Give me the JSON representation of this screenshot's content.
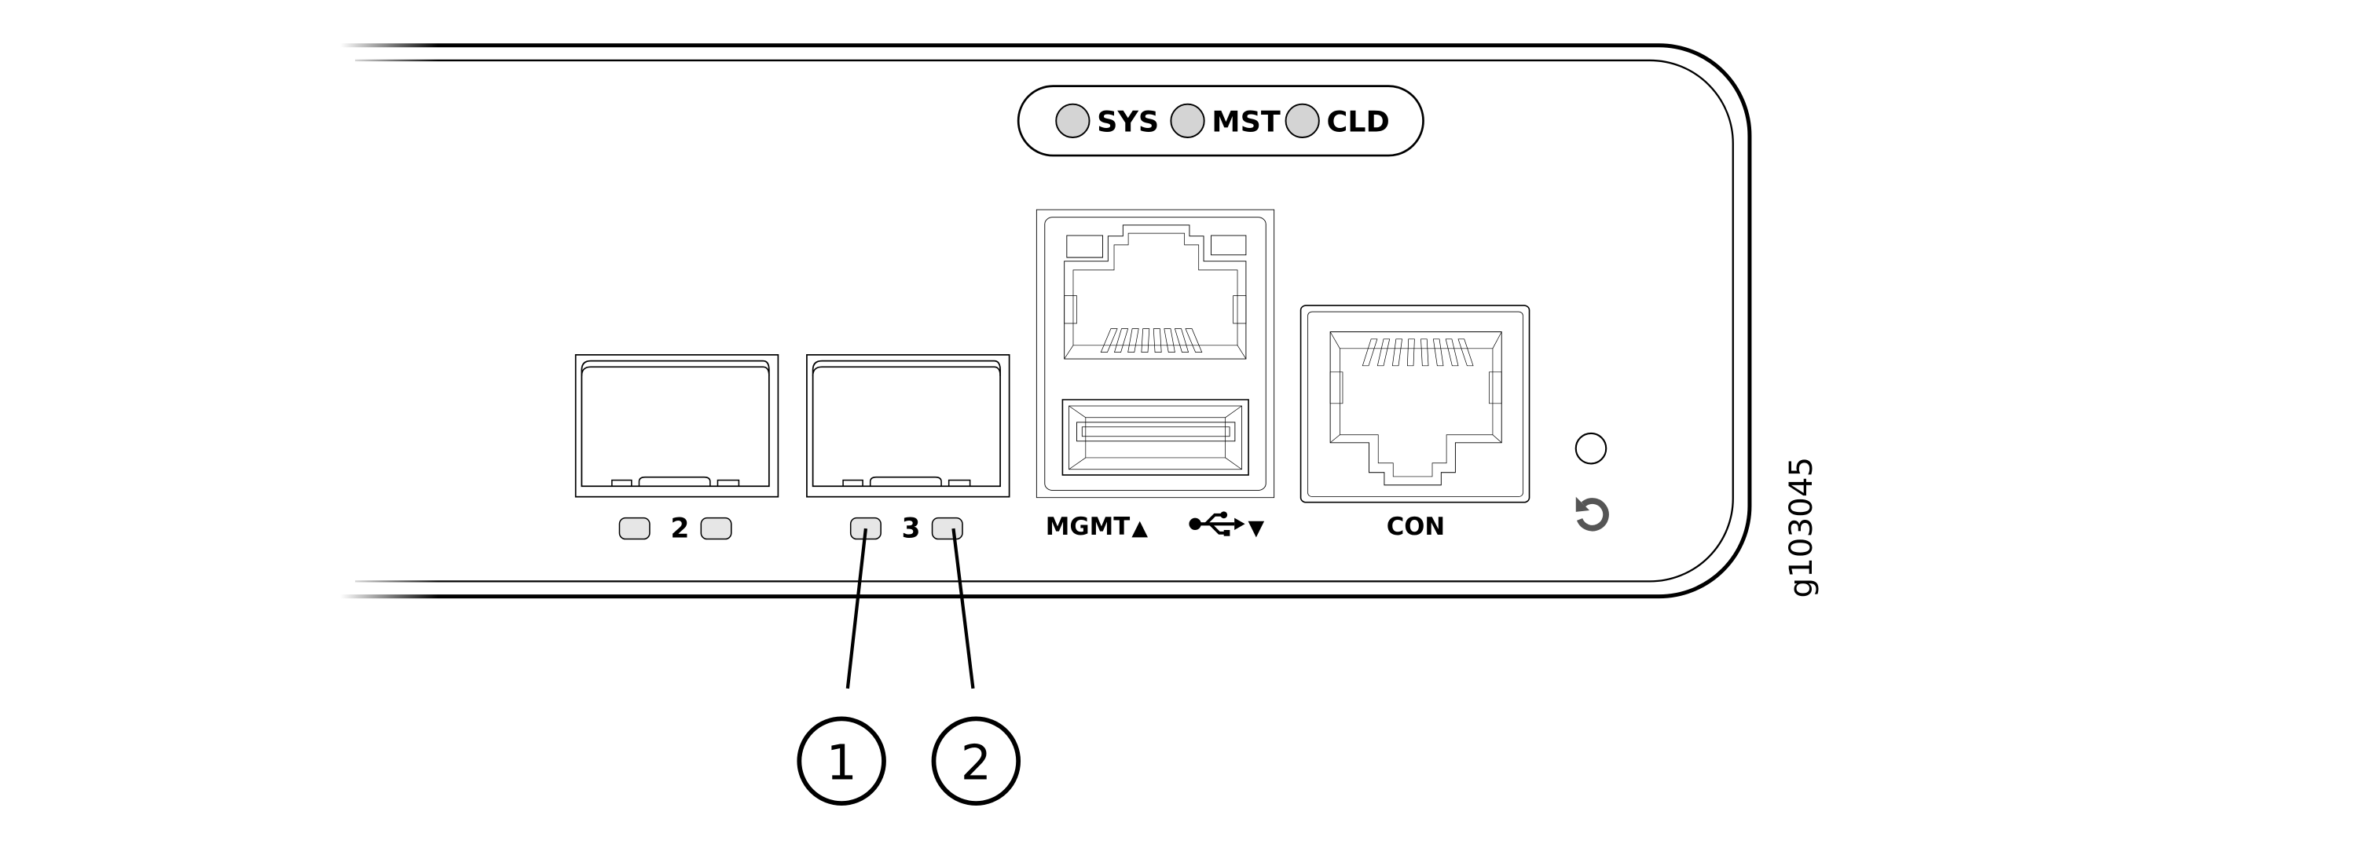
{
  "status_leds": [
    {
      "label": "SYS"
    },
    {
      "label": "MST"
    },
    {
      "label": "CLD"
    }
  ],
  "ports": {
    "sfp": [
      {
        "label": "2"
      },
      {
        "label": "3"
      }
    ],
    "mgmt_label": "MGMT",
    "mgmt_arrow": "▲",
    "usb_arrow": "▼",
    "console_label": "CON"
  },
  "icons": {
    "usb": "usb-icon",
    "reset": "reset-icon"
  },
  "callouts": [
    {
      "label": "1"
    },
    {
      "label": "2"
    }
  ],
  "figure_id": "g103045",
  "colors": {
    "led_fill": "#d4d4d4",
    "port_led_fill": "#e6e6e6",
    "reset_icon": "#555555"
  }
}
